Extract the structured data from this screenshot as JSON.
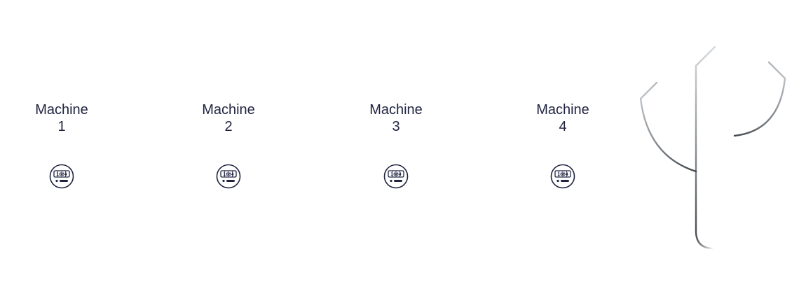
{
  "machines": [
    {
      "label": "Machine",
      "number": "1",
      "meter_reading": "1684"
    },
    {
      "label": "Machine",
      "number": "2",
      "meter_reading": "1684"
    },
    {
      "label": "Machine",
      "number": "3",
      "meter_reading": "1684"
    },
    {
      "label": "Machine",
      "number": "4",
      "meter_reading": "1684"
    }
  ],
  "icons": {
    "meter": "electric-meter-icon"
  },
  "colors": {
    "text": "#1f2340",
    "meter_stroke": "#1f2340",
    "pipe_dark": "#4a4f55",
    "pipe_light": "#c9ced3"
  }
}
